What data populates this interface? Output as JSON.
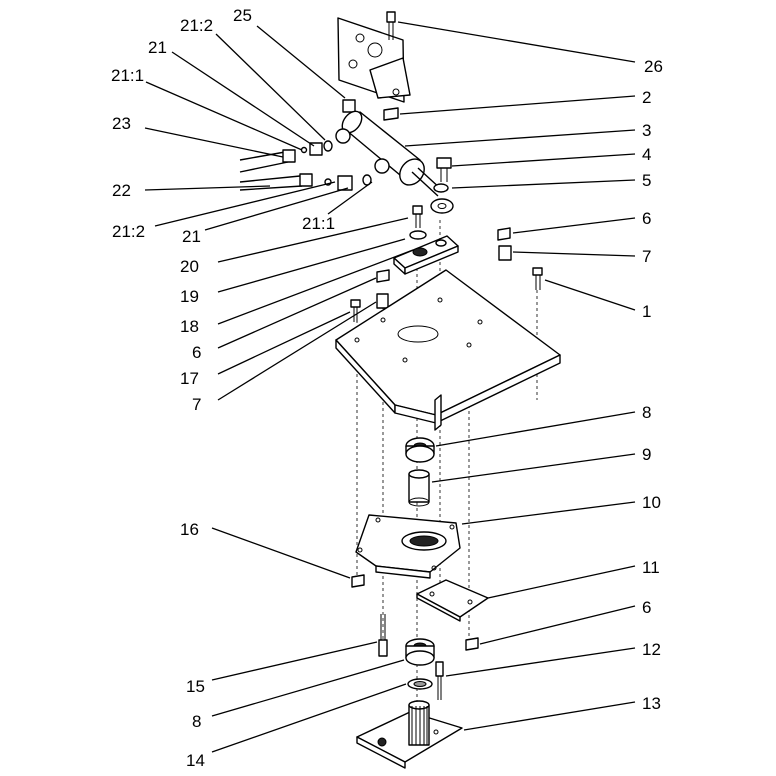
{
  "callouts": [
    {
      "id": "c25",
      "label": "25"
    },
    {
      "id": "c21-2-top",
      "label": "21:2"
    },
    {
      "id": "c21-top",
      "label": "21"
    },
    {
      "id": "c21-1-top",
      "label": "21:1"
    },
    {
      "id": "c23",
      "label": "23"
    },
    {
      "id": "c22",
      "label": "22"
    },
    {
      "id": "c21-2-bot",
      "label": "21:2"
    },
    {
      "id": "c21-bot",
      "label": "21"
    },
    {
      "id": "c21-1-bot",
      "label": "21:1"
    },
    {
      "id": "c20",
      "label": "20"
    },
    {
      "id": "c19",
      "label": "19"
    },
    {
      "id": "c18",
      "label": "18"
    },
    {
      "id": "c6-left",
      "label": "6"
    },
    {
      "id": "c17",
      "label": "17"
    },
    {
      "id": "c7-left",
      "label": "7"
    },
    {
      "id": "c26",
      "label": "26"
    },
    {
      "id": "c2",
      "label": "2"
    },
    {
      "id": "c3",
      "label": "3"
    },
    {
      "id": "c4",
      "label": "4"
    },
    {
      "id": "c5",
      "label": "5"
    },
    {
      "id": "c6-right",
      "label": "6"
    },
    {
      "id": "c7-right",
      "label": "7"
    },
    {
      "id": "c1",
      "label": "1"
    },
    {
      "id": "c8-top",
      "label": "8"
    },
    {
      "id": "c9",
      "label": "9"
    },
    {
      "id": "c10",
      "label": "10"
    },
    {
      "id": "c16",
      "label": "16"
    },
    {
      "id": "c11",
      "label": "11"
    },
    {
      "id": "c6-bot",
      "label": "6"
    },
    {
      "id": "c12",
      "label": "12"
    },
    {
      "id": "c15",
      "label": "15"
    },
    {
      "id": "c13",
      "label": "13"
    },
    {
      "id": "c8-bot",
      "label": "8"
    },
    {
      "id": "c14",
      "label": "14"
    }
  ]
}
